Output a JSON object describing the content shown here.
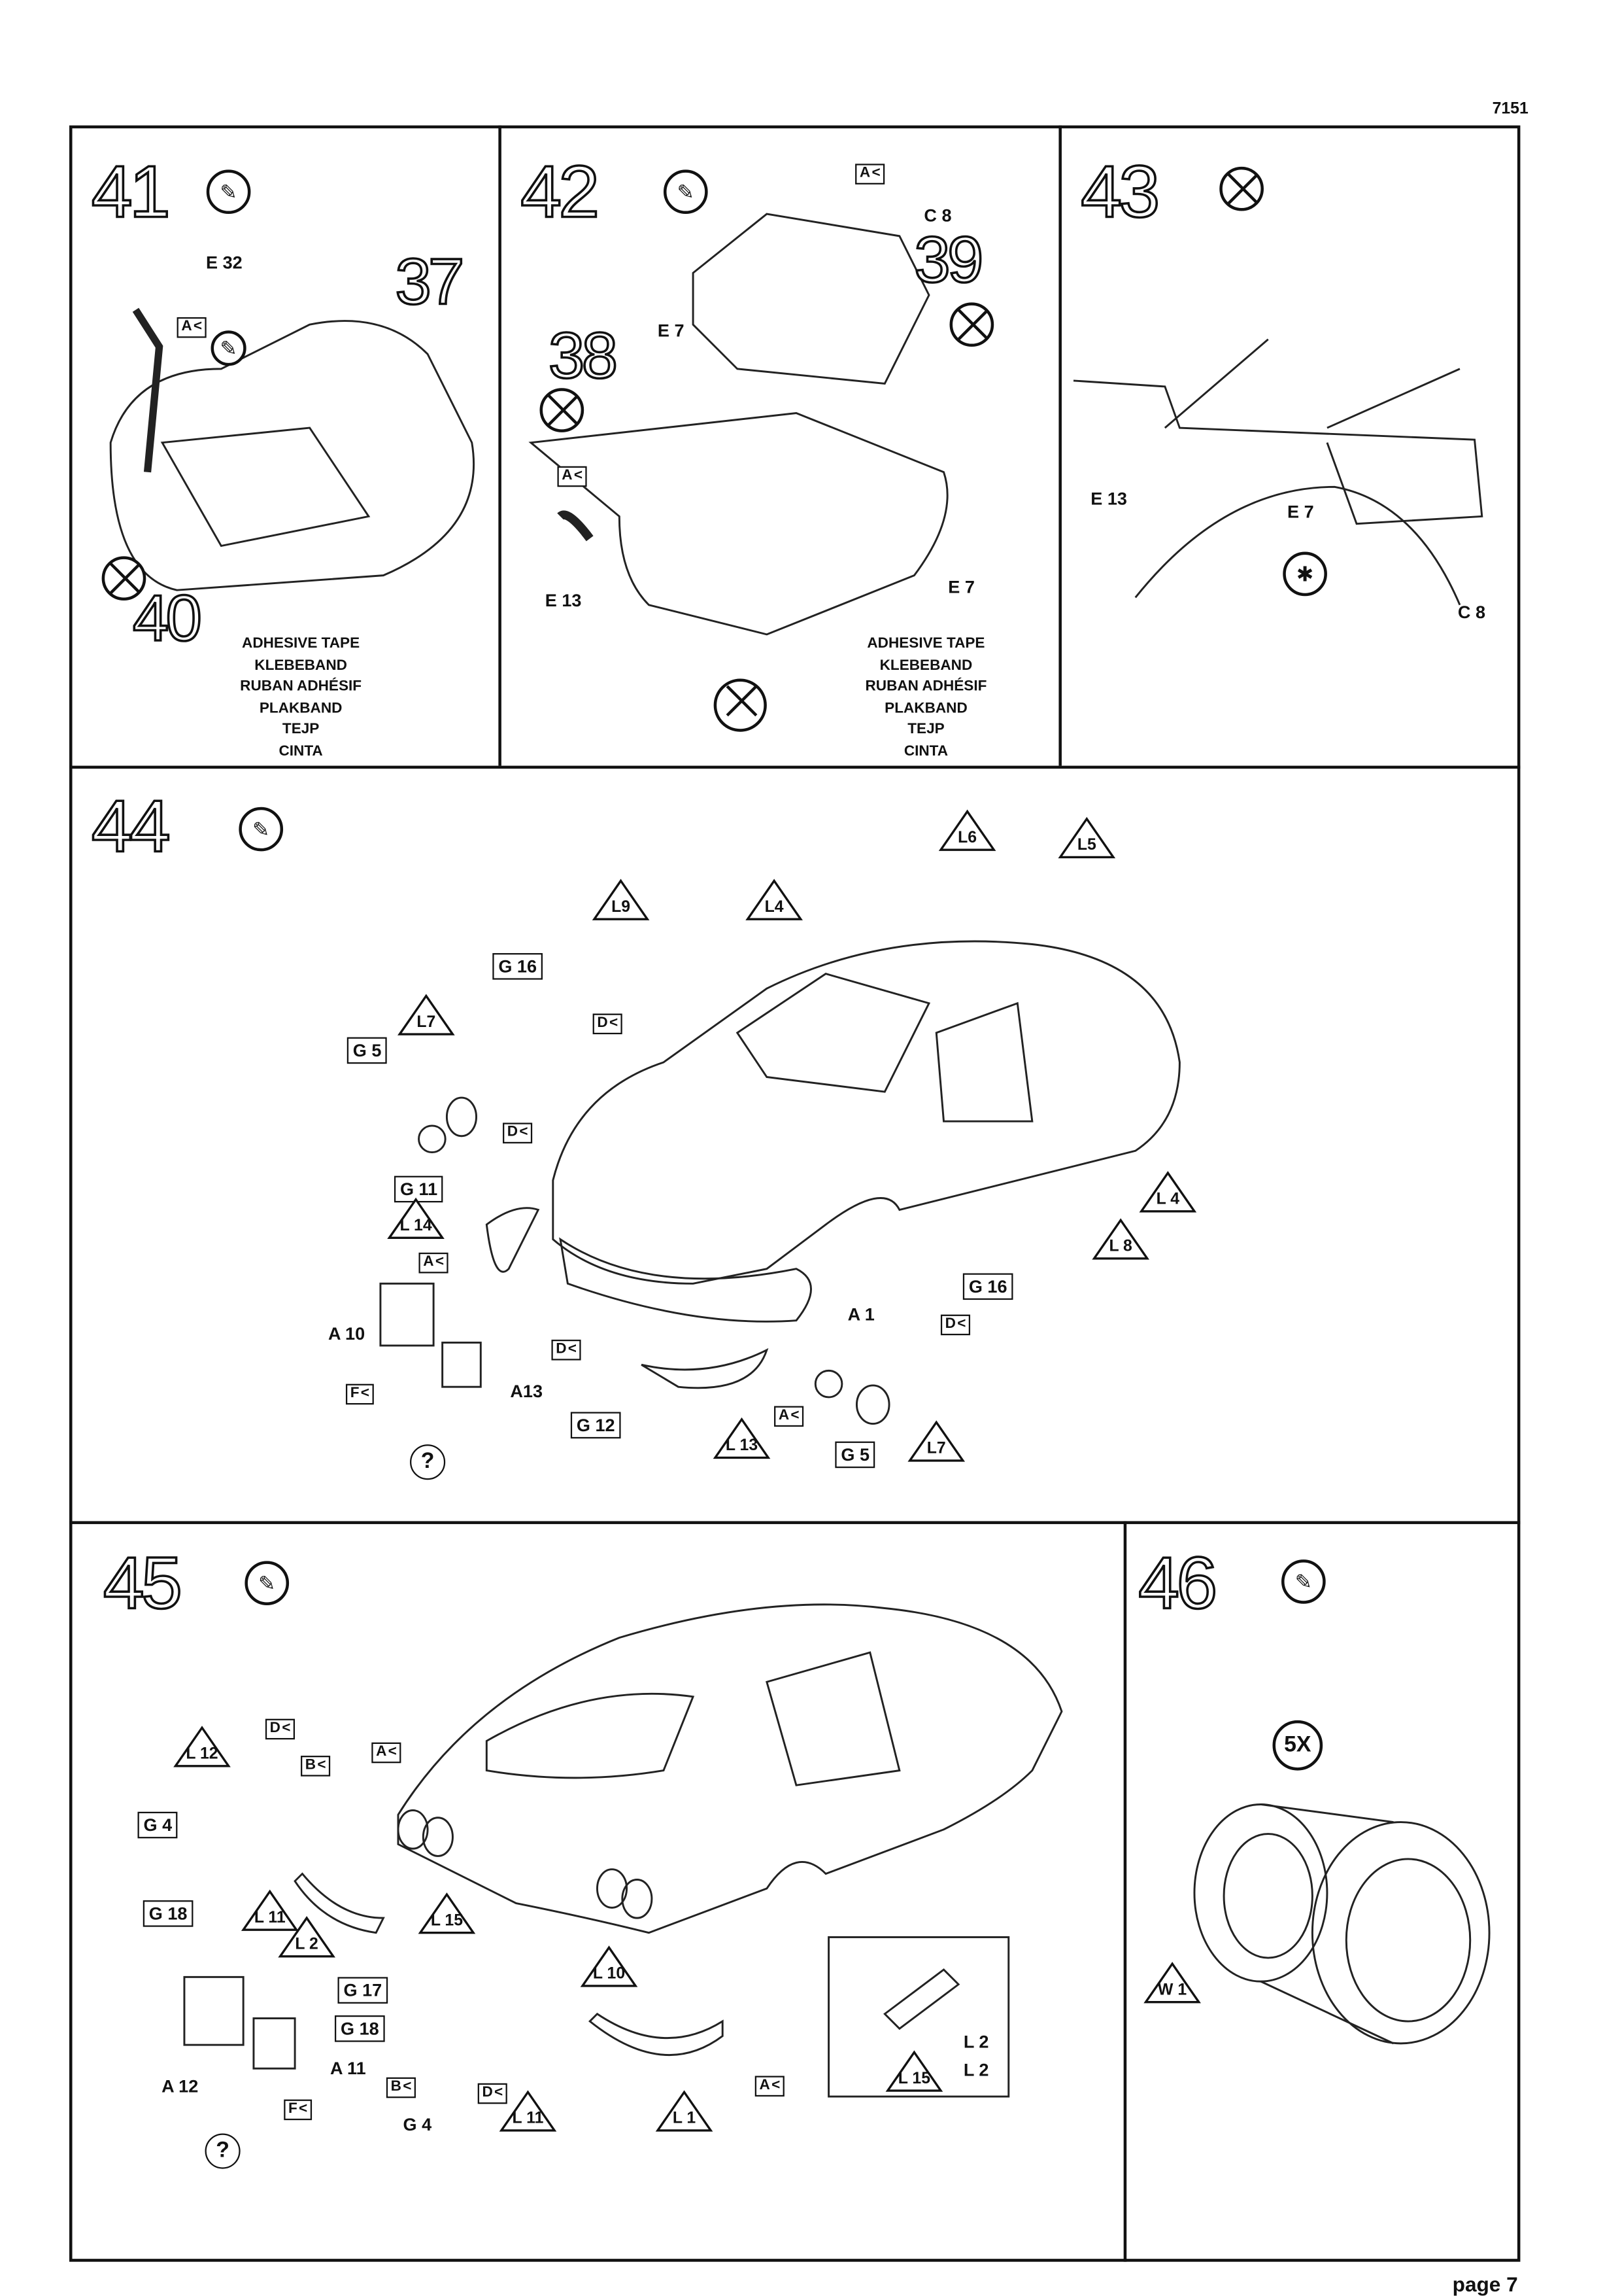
{
  "header": {
    "code": "7151"
  },
  "footer": {
    "page": "page 7"
  },
  "adhesive_tape": [
    "ADHESIVE TAPE",
    "KLEBEBAND",
    "RUBAN ADHÉSIF",
    "PLAKBAND",
    "TEJP",
    "CINTA"
  ],
  "steps": [
    {
      "number": "41",
      "icon": "glue-icon",
      "labels": [
        "E 32",
        "A",
        "37",
        "40"
      ]
    },
    {
      "number": "42",
      "icon": "glue-icon",
      "labels": [
        "A",
        "C 8",
        "39",
        "38",
        "E 7",
        "A",
        "E 13",
        "E 7"
      ]
    },
    {
      "number": "43",
      "icon": "no-glue-icon",
      "labels": [
        "E 13",
        "E 7",
        "C 8"
      ]
    },
    {
      "number": "44",
      "icon": "glue-icon",
      "labels": [
        "L6",
        "L5",
        "L9",
        "L4",
        "G 16",
        "D",
        "L7",
        "G 5",
        "D",
        "G 11",
        "L 14",
        "A",
        "A 10",
        "F",
        "A13",
        "D",
        "G 12",
        "L 13",
        "A",
        "G 5",
        "L7",
        "G 16",
        "D",
        "A 1",
        "L 8",
        "L 4",
        "?"
      ]
    },
    {
      "number": "45",
      "icon": "glue-icon",
      "labels": [
        "L 12",
        "D",
        "B",
        "A",
        "G 4",
        "G 18",
        "L 11",
        "L 2",
        "L 15",
        "G 17",
        "G 18",
        "L 10",
        "B",
        "G 4",
        "D",
        "L 11",
        "L 1",
        "A",
        "A 12",
        "A 11",
        "F",
        "?",
        "L 2",
        "L 2",
        "L 15"
      ]
    },
    {
      "number": "46",
      "icon": "glue-icon",
      "labels": [
        "5X",
        "W 1"
      ]
    }
  ]
}
